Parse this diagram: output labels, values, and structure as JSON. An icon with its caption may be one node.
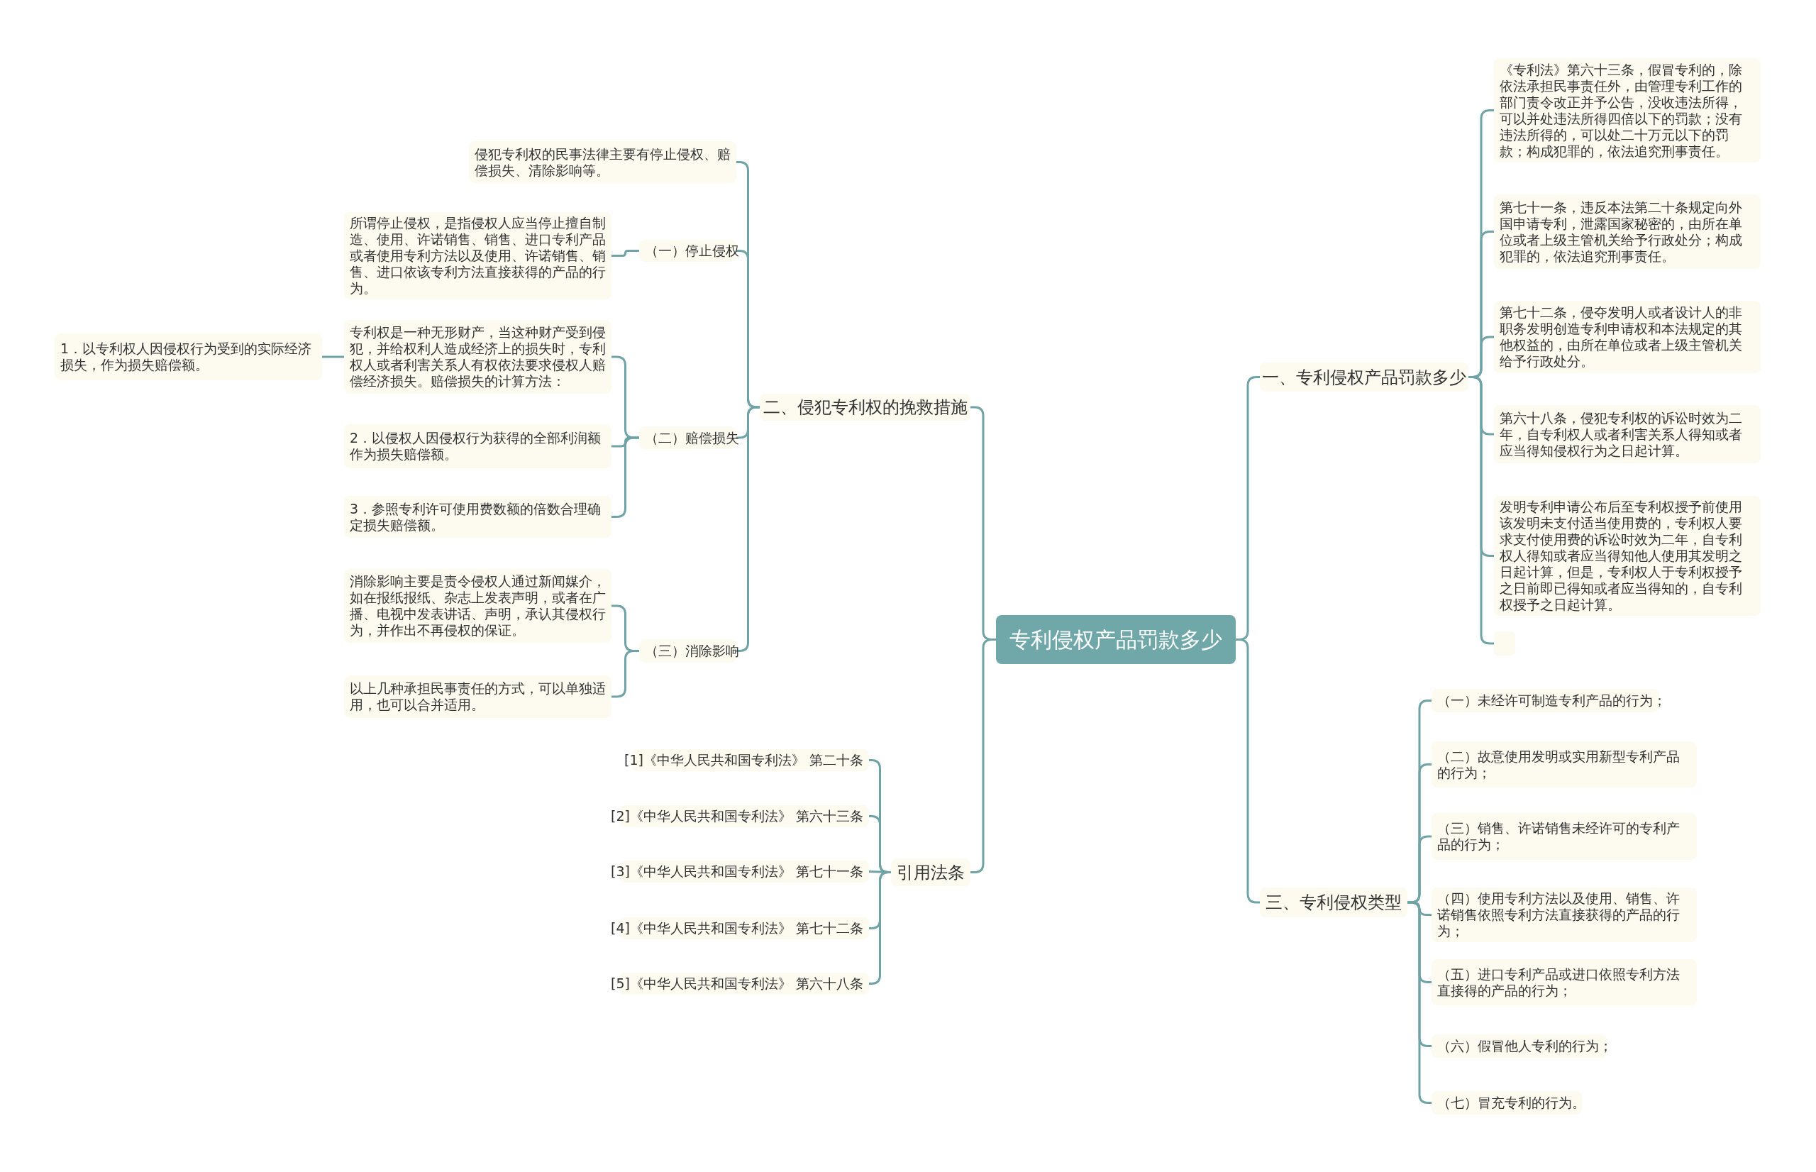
{
  "diagram": {
    "nodes": [
      {
        "text": [
          "专利侵权产品罚款多少"
        ]
      },
      {
        "text": [
          "一、专利侵权产品罚款多少"
        ]
      },
      {
        "text": [
          "《专利法》第六十三条，假冒专利的，除依法承担民事责任外，由管理专利工作的部门责令改正并予公告，没收违法所得，可以并处违法所得四倍以下的罚款；没有违法所得的，可以处二十万元以下的罚款；构成犯罪的，依法追究刑事责任。"
        ]
      },
      {
        "text": [
          "第七十一条，违反本法第二十条规定向外国申请专利，泄露国家秘密的，由所在单位或者上级主管机关给予行政处分；构成犯罪的，依法追究刑事责任。"
        ]
      },
      {
        "text": [
          "第七十二条，侵夺发明人或者设计人的非职务发明创造专利申请权和本法规定的其他权益的，由所在单位或者上级主管机关给予行政处分。"
        ]
      },
      {
        "text": [
          "第六十八条，侵犯专利权的诉讼时效为二年，自专利权人或者利害关系人得知或者应当得知侵权行为之日起计算。"
        ]
      },
      {
        "text": [
          "发明专利申请公布后至专利权授予前使用该发明未支付适当使用费的，专利权人要求支付使用费的诉讼时效为二年，自专利权人得知或者应当得知他人使用其发明之日起计算，但是，专利权人于专利权授予之日前即已得知或者应当得知的，自专利权授予之日起计算。"
        ]
      },
      {
        "text": [],
        "shape": "box"
      },
      {
        "text": [
          "二、侵犯专利权的挽救措施"
        ]
      },
      {
        "text": [
          "侵犯专利权的民事法律主要有停止侵权、赔偿损失、清除影响等。"
        ]
      },
      {
        "text": [
          "（一）停止侵权"
        ]
      },
      {
        "text": [
          "所谓停止侵权，是指侵权人应当停止擅自制造、使用、许诺销售、销售、进口专利产品或者使用专利方法以及使用、许诺销售、销售、进口依该专利方法直接获得的产品的行为。"
        ]
      },
      {
        "text": [
          "（二）赔偿损失"
        ]
      },
      {
        "text": [
          "专利权是一种无形财产，当这种财产受到侵犯，并给权利人造成经济上的损失时，专利权人或者利害关系人有权依法要求侵权人赔偿经济损失。赔偿损失的计算方法："
        ]
      },
      {
        "text": [
          "1．以专利权人因侵权行为受到的实际经济损失，作为损失赔偿额。"
        ]
      },
      {
        "text": [
          "2．以侵权人因侵权行为获得的全部利润额作为损失赔偿额。"
        ]
      },
      {
        "text": [
          "3．参照专利许可使用费数额的倍数合理确定损失赔偿额。"
        ]
      },
      {
        "text": [
          "（三）消除影响"
        ]
      },
      {
        "text": [
          "消除影响主要是责令侵权人通过新闻媒介，如在报纸报纸、杂志上发表声明，或者在广播、电视中发表讲话、声明，承认其侵权行为，并作出不再侵权的保证。"
        ]
      },
      {
        "text": [
          "以上几种承担民事责任的方式，可以单独适用，也可以合并适用。"
        ]
      },
      {
        "text": [
          "引用法条"
        ]
      },
      {
        "text": [
          "[1]《中华人民共和国专利法》 第二十条"
        ]
      },
      {
        "text": [
          "[2]《中华人民共和国专利法》 第六十三条"
        ]
      },
      {
        "text": [
          "[3]《中华人民共和国专利法》 第七十一条"
        ]
      },
      {
        "text": [
          "[4]《中华人民共和国专利法》 第七十二条"
        ]
      },
      {
        "text": [
          "[5]《中华人民共和国专利法》 第六十八条"
        ]
      },
      {
        "text": [
          "三、专利侵权类型"
        ]
      },
      {
        "text": [
          "（一）未经许可制造专利产品的行为；"
        ]
      },
      {
        "text": [
          "（二）故意使用发明或实用新型专利产品的行为；"
        ]
      },
      {
        "text": [
          "（三）销售、许诺销售未经许可的专利产品的行为；"
        ]
      },
      {
        "text": [
          "（四）使用专利方法以及使用、销售、许诺销售依照专利方法直接获得的产品的行为；"
        ]
      },
      {
        "text": [
          "（五）进口专利产品或进口依照专利方法直接得的产品的行为；"
        ]
      },
      {
        "text": [
          "（六）假冒他人专利的行为；"
        ]
      },
      {
        "text": [
          "（七）冒充专利的行为。"
        ]
      }
    ],
    "edges": [
      {
        "from": 0,
        "to": 1,
        "arrow": "none"
      },
      {
        "from": 0,
        "to": 8,
        "arrow": "none"
      },
      {
        "from": 0,
        "to": 20,
        "arrow": "none"
      },
      {
        "from": 0,
        "to": 26,
        "arrow": "none"
      },
      {
        "from": 1,
        "to": 2,
        "arrow": "none"
      },
      {
        "from": 1,
        "to": 3,
        "arrow": "none"
      },
      {
        "from": 1,
        "to": 4,
        "arrow": "none"
      },
      {
        "from": 1,
        "to": 5,
        "arrow": "none"
      },
      {
        "from": 1,
        "to": 6,
        "arrow": "none"
      },
      {
        "from": 1,
        "to": 7,
        "arrow": "none"
      },
      {
        "from": 8,
        "to": 9,
        "arrow": "none"
      },
      {
        "from": 8,
        "to": 10,
        "arrow": "none"
      },
      {
        "from": 8,
        "to": 12,
        "arrow": "none"
      },
      {
        "from": 8,
        "to": 17,
        "arrow": "none"
      },
      {
        "from": 10,
        "to": 11,
        "arrow": "none"
      },
      {
        "from": 12,
        "to": 13,
        "arrow": "none"
      },
      {
        "from": 12,
        "to": 15,
        "arrow": "none"
      },
      {
        "from": 12,
        "to": 16,
        "arrow": "none"
      },
      {
        "from": 13,
        "to": 14,
        "arrow": "none"
      },
      {
        "from": 17,
        "to": 18,
        "arrow": "none"
      },
      {
        "from": 17,
        "to": 19,
        "arrow": "none"
      },
      {
        "from": 20,
        "to": 21,
        "arrow": "none"
      },
      {
        "from": 20,
        "to": 22,
        "arrow": "none"
      },
      {
        "from": 20,
        "to": 23,
        "arrow": "none"
      },
      {
        "from": 20,
        "to": 24,
        "arrow": "none"
      },
      {
        "from": 20,
        "to": 25,
        "arrow": "none"
      },
      {
        "from": 26,
        "to": 27,
        "arrow": "none"
      },
      {
        "from": 26,
        "to": 28,
        "arrow": "none"
      },
      {
        "from": 26,
        "to": 29,
        "arrow": "none"
      },
      {
        "from": 26,
        "to": 30,
        "arrow": "none"
      },
      {
        "from": 26,
        "to": 31,
        "arrow": "none"
      },
      {
        "from": 26,
        "to": 32,
        "arrow": "none"
      },
      {
        "from": 26,
        "to": 33,
        "arrow": "none"
      }
    ]
  }
}
